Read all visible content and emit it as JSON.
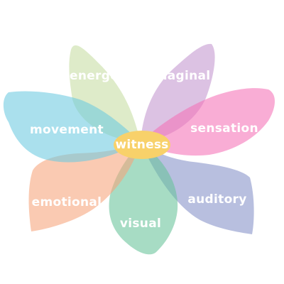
{
  "center": {
    "label": "witness",
    "color": "#f8d16a"
  },
  "petals": [
    {
      "label": "energetic",
      "color": "#c6dca2"
    },
    {
      "label": "imaginal",
      "color": "#c296cf"
    },
    {
      "label": "sensation",
      "color": "#f472b6"
    },
    {
      "label": "auditory",
      "color": "#8590c8"
    },
    {
      "label": "visual",
      "color": "#67c39a"
    },
    {
      "label": "emotional",
      "color": "#f6a47a"
    },
    {
      "label": "movement",
      "color": "#6cc9e0"
    }
  ]
}
